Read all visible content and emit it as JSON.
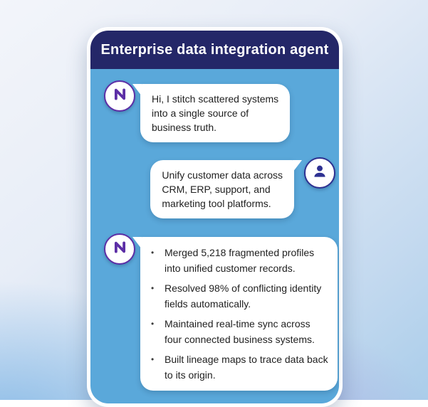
{
  "header": {
    "title": "Enterprise data integration agent"
  },
  "chat": {
    "messages": [
      {
        "role": "agent",
        "avatar": "n-logo-icon",
        "text": "Hi, I stitch scattered systems\ninto a single source of\nbusiness truth."
      },
      {
        "role": "user",
        "avatar": "user-icon",
        "text": "Unify customer data across\nCRM, ERP, support, and\nmarketing tool platforms."
      },
      {
        "role": "agent",
        "avatar": "n-logo-icon",
        "bullets": [
          "Merged 5,218 fragmented profiles\ninto unified customer records.",
          "Resolved 98% of conflicting identity\nfields automatically.",
          "Maintained real-time sync across\nfour connected business systems.",
          "Built lineage maps to trace data back\nto its origin."
        ]
      }
    ]
  },
  "colors": {
    "header_bg": "#242768",
    "chat_bg": "#5aa8da",
    "bubble_bg": "#ffffff",
    "agent_accent": "#5c2ea6",
    "user_accent": "#2e3192",
    "title_text": "#ffffff",
    "body_text": "#212121"
  }
}
